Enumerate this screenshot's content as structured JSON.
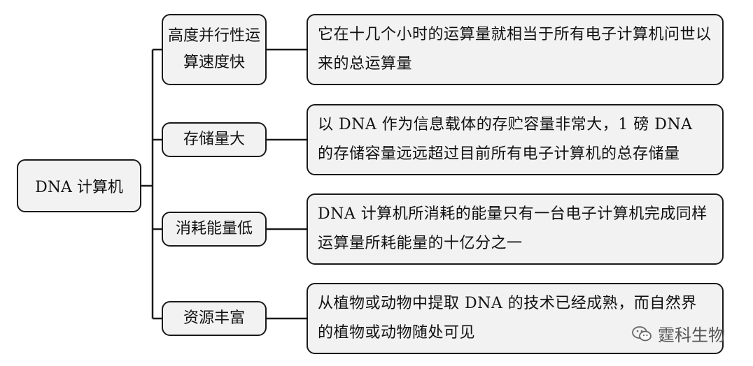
{
  "root": {
    "label": "DNA 计算机"
  },
  "branches": [
    {
      "label": "高度并行性运算速度快",
      "desc": "它在十几个小时的运算量就相当于所有电子计算机问世以来的总运算量"
    },
    {
      "label": "存储量大",
      "desc": "以 DNA 作为信息载体的存贮容量非常大，1 磅 DNA 的存储容量远远超过目前所有电子计算机的总存储量"
    },
    {
      "label": "消耗能量低",
      "desc": "DNA 计算机所消耗的能量只有一台电子计算机完成同样运算量所耗能量的十亿分之一"
    },
    {
      "label": "资源丰富",
      "desc": "从植物或动物中提取 DNA 的技术已经成熟，而自然界的植物或动物随处可见"
    }
  ],
  "watermark": {
    "text": "霆科生物",
    "icon": "wechat-icon"
  }
}
